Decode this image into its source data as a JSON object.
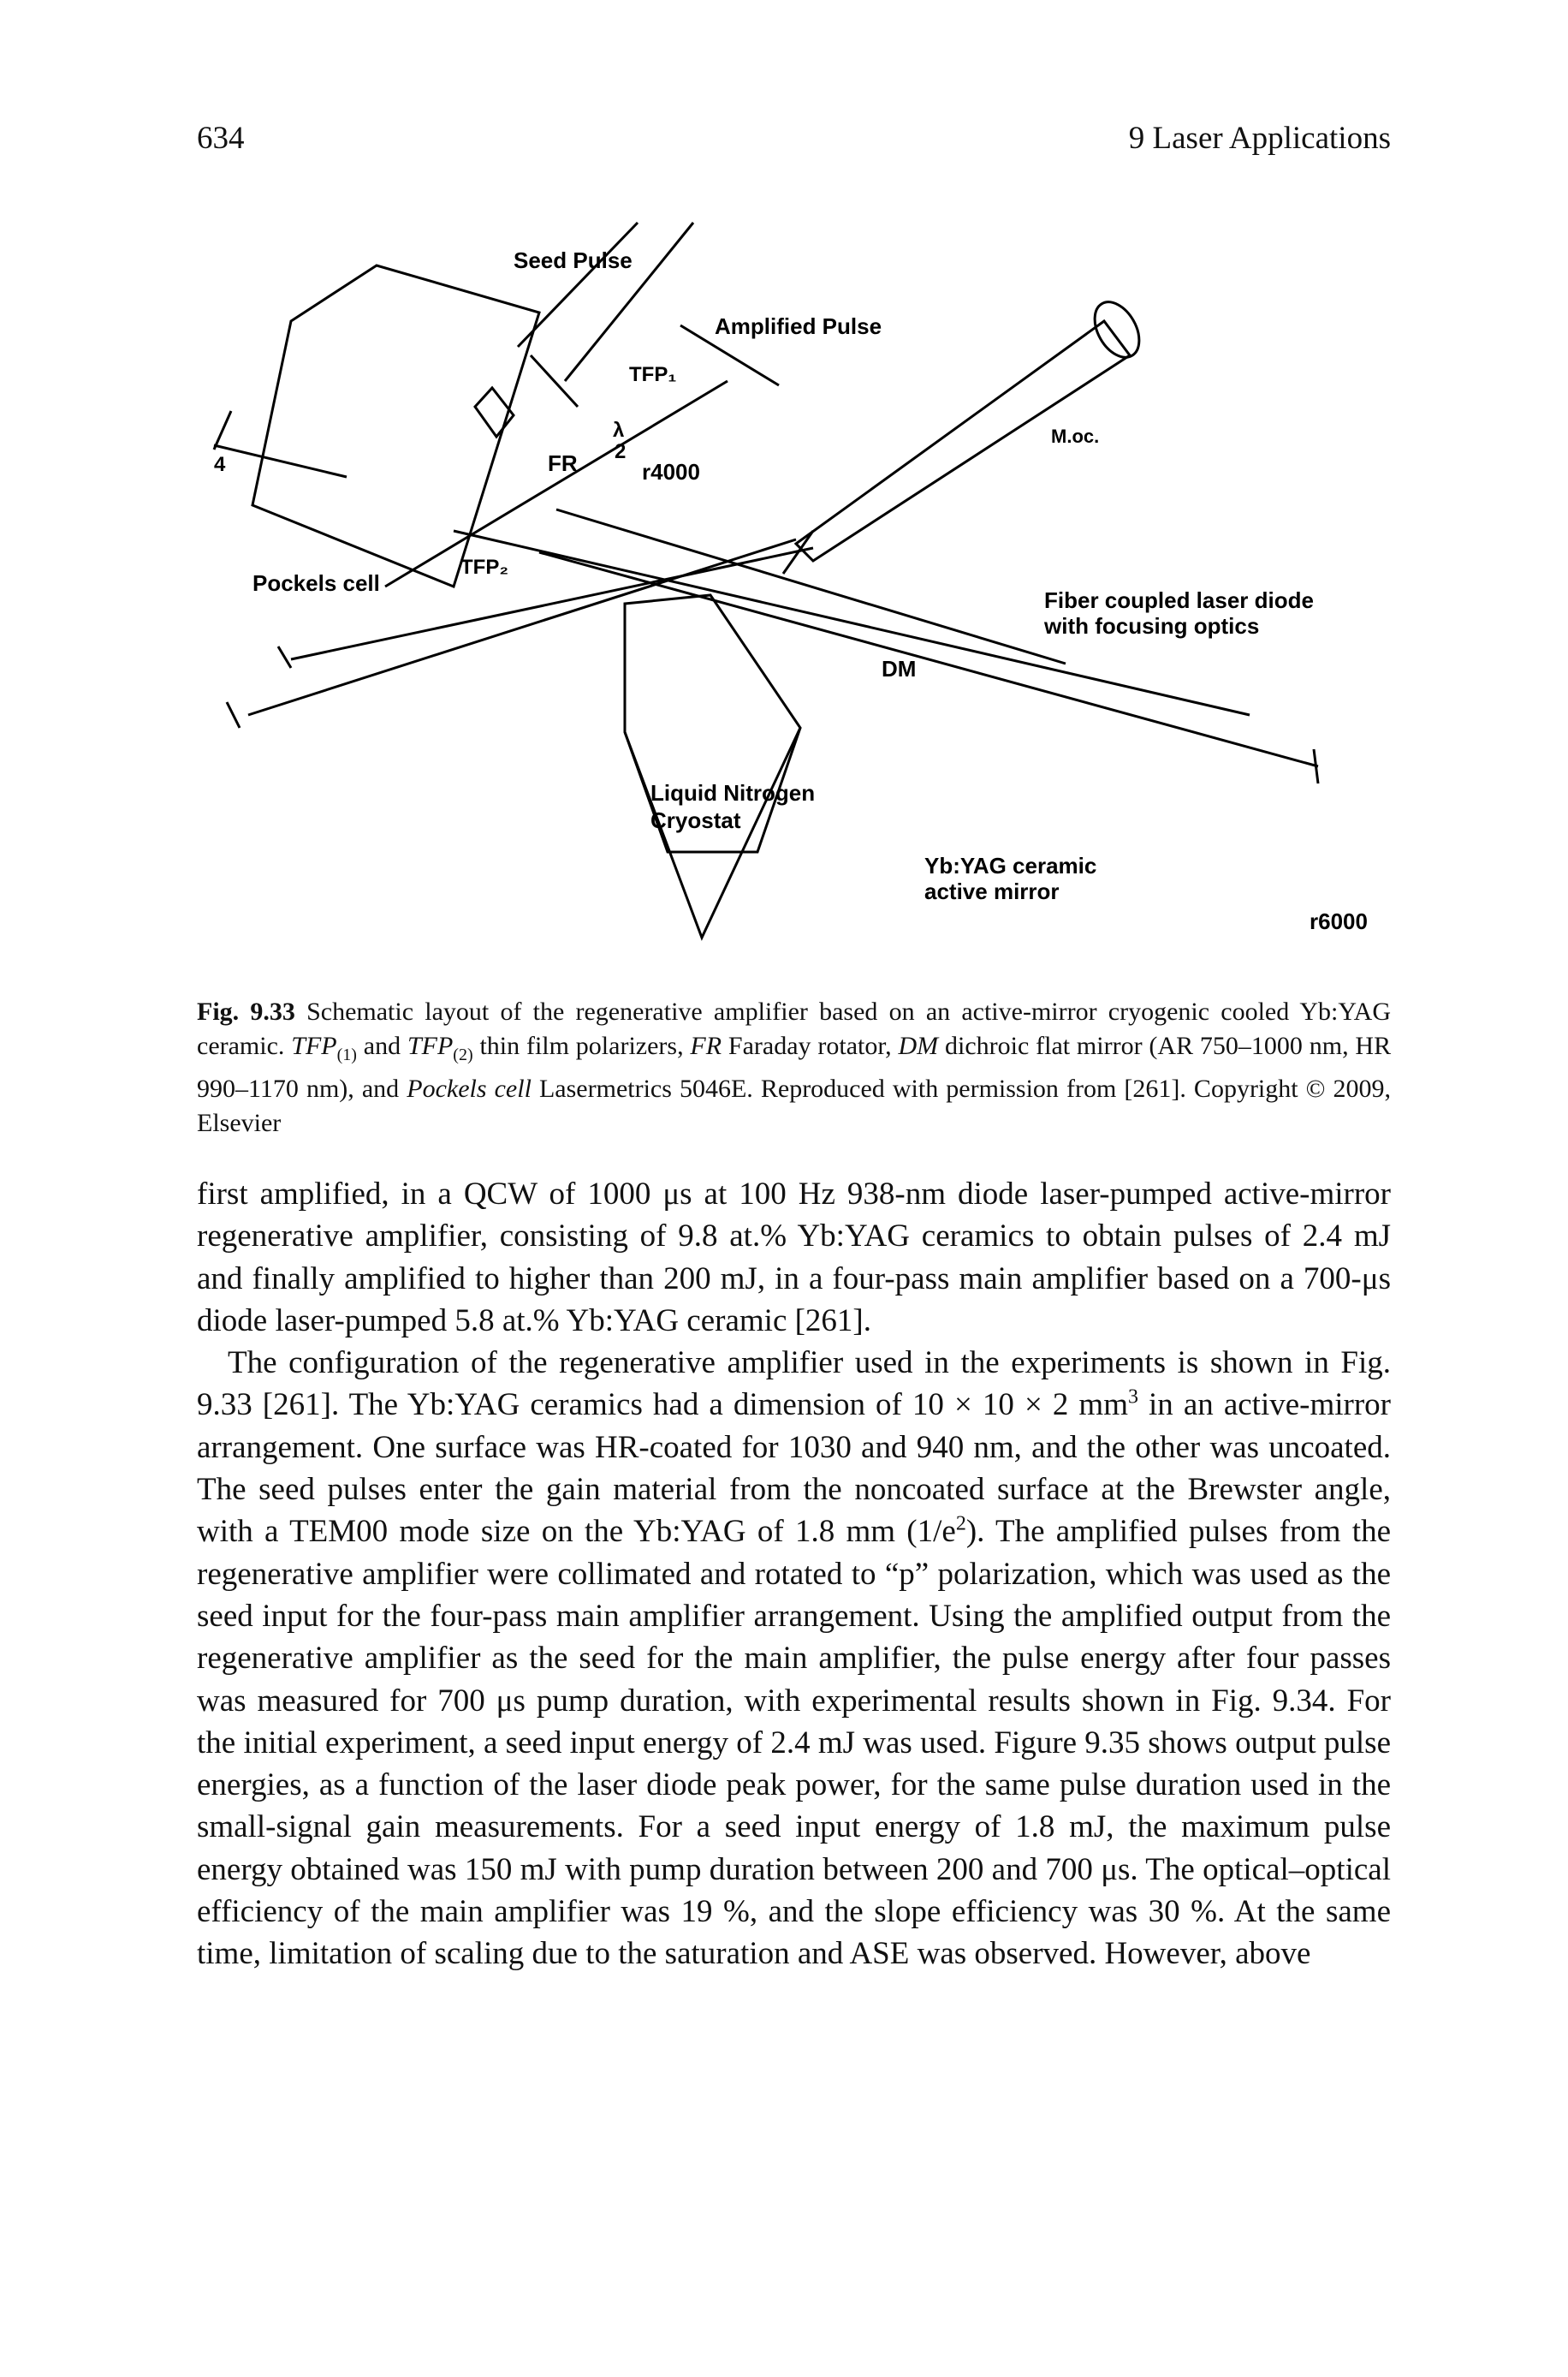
{
  "header": {
    "page_number": "634",
    "chapter_title": "9 Laser Applications"
  },
  "figure": {
    "labels": {
      "seed_pulse": "Seed Pulse",
      "amplified_pulse": "Amplified Pulse",
      "tfp1": "TFP₁",
      "lambda": "λ",
      "two": "2",
      "four": "4",
      "fr": "FR",
      "r4000": "r4000",
      "m_oc": "M.oc.",
      "pockels_cell": "Pockels cell",
      "tfp2": "TFP₂",
      "fiber_line1": "Fiber coupled laser diode",
      "fiber_line2": "with focusing optics",
      "dm": "DM",
      "cryostat_line1": "Liquid Nitrogen",
      "cryostat_line2": "Cryostat",
      "ybyag_line1": "Yb:YAG ceramic",
      "ybyag_line2": "active mirror",
      "r6000": "r6000"
    }
  },
  "caption": {
    "label": "Fig. 9.33",
    "part1": "Schematic layout of the regenerative amplifier based on an active-mirror cryogenic cooled Yb:YAG ceramic.",
    "tfp": "TFP",
    "sub1": "(1)",
    "and": "and",
    "sub2": "(2)",
    "part2": "thin film polarizers,",
    "fr": "FR",
    "part3": "Faraday rotator,",
    "dm": "DM",
    "part4": "dichroic flat mirror (AR 750–1000 nm, HR 990–1170 nm), and",
    "pockels": "Pockels cell",
    "part5": "Lasermetrics 5046E. Reproduced with permission from [261]. Copyright © 2009, Elsevier"
  },
  "body": {
    "p1": "first amplified, in a QCW of 1000 μs at 100 Hz 938-nm diode laser-pumped active-mirror regenerative amplifier, consisting of 9.8 at.% Yb:YAG ceramics to obtain pulses of 2.4 mJ and finally amplified to higher than 200 mJ, in a four-pass main amplifier based on a 700-μs diode laser-pumped 5.8 at.% Yb:YAG ceramic [261].",
    "p2_a": "The configuration of the regenerative amplifier used in the experiments is shown in Fig. 9.33 [261]. The Yb:YAG ceramics had a dimension of 10 × 10 × 2 mm",
    "p2_sup1": "3",
    "p2_b": " in an active-mirror arrangement. One surface was HR-coated for 1030 and 940 nm, and the other was uncoated. The seed pulses enter the gain material from the noncoated surface at the Brewster angle, with a TEM00 mode size on the Yb:YAG of 1.8 mm (1/e",
    "p2_sup2": "2",
    "p2_c": "). The amplified pulses from the regenerative amplifier were collimated and rotated to “p” polarization, which was used as the seed input for the four-pass main amplifier arrangement. Using the amplified output from the regenerative amplifier as the seed for the main amplifier, the pulse energy after four passes was measured for 700 μs pump duration, with experimental results shown in Fig. 9.34. For the initial experiment, a seed input energy of 2.4 mJ was used. Figure 9.35 shows output pulse energies, as a function of the laser diode peak power, for the same pulse duration used in the small-signal gain measurements. For a seed input energy of 1.8 mJ, the maximum pulse energy obtained was 150 mJ with pump duration between 200 and 700 μs. The optical–optical efficiency of the main amplifier was 19 %, and the slope efficiency was 30 %. At the same time, limitation of scaling due to the saturation and ASE was observed. However, above"
  }
}
